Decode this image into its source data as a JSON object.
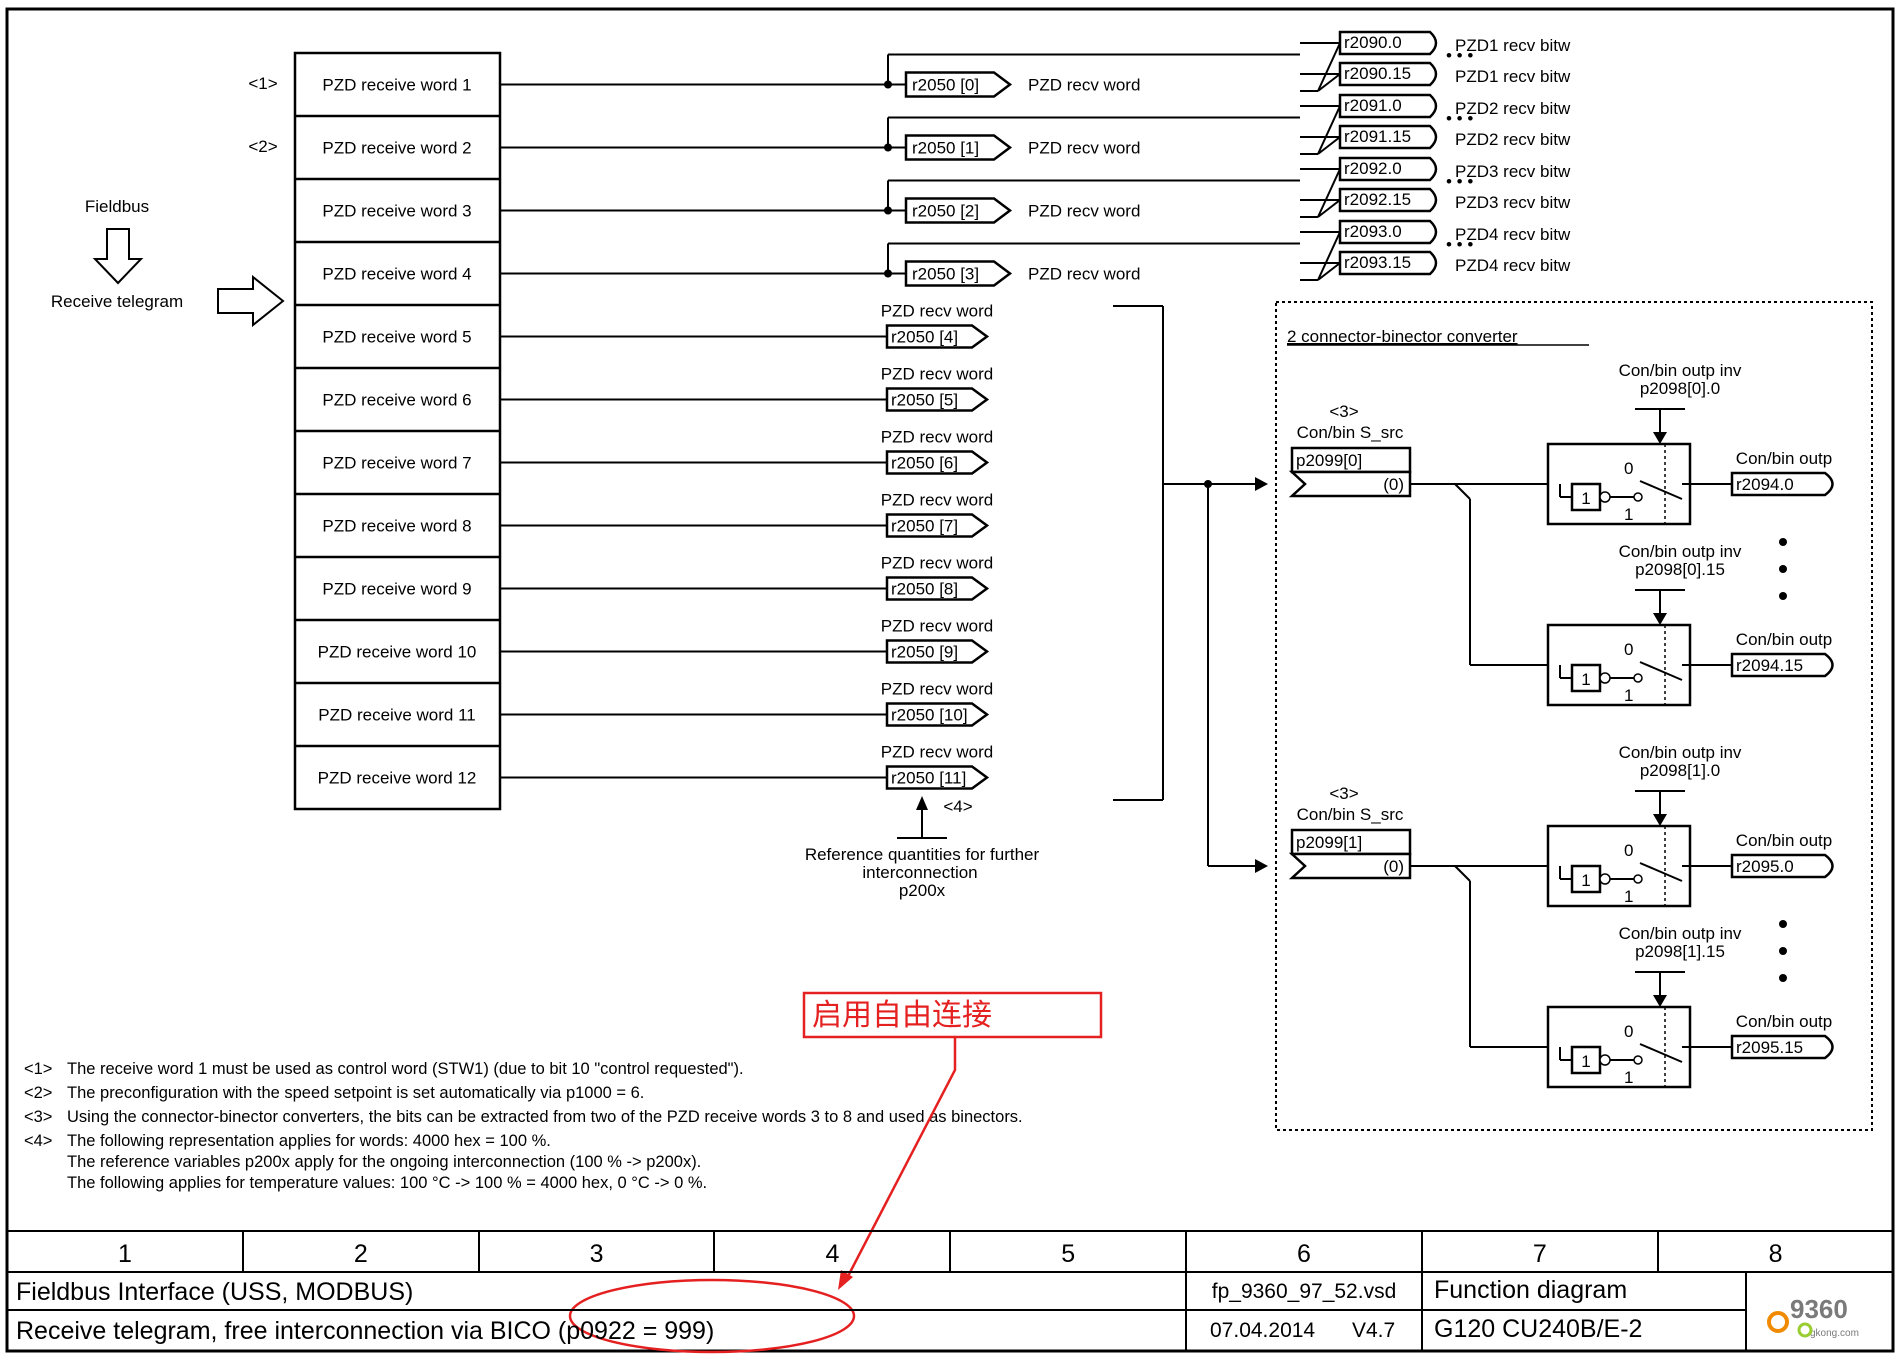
{
  "fieldbus_label": "Fieldbus",
  "receive_telegram_label": "Receive telegram",
  "ref_markers": [
    "<1>",
    "<2>"
  ],
  "pzd_words": [
    "PZD receive word 1",
    "PZD receive word 2",
    "PZD receive word 3",
    "PZD receive word 4",
    "PZD receive word 5",
    "PZD receive word 6",
    "PZD receive word 7",
    "PZD receive word 8",
    "PZD receive word 9",
    "PZD receive word 10",
    "PZD receive word 11",
    "PZD receive word 12"
  ],
  "recv_word_label": "PZD recv word",
  "r2050_params": [
    "r2050 [0]",
    "r2050 [1]",
    "r2050 [2]",
    "r2050 [3]",
    "r2050 [4]",
    "r2050 [5]",
    "r2050 [6]",
    "r2050 [7]",
    "r2050 [8]",
    "r2050 [9]",
    "r2050 [10]",
    "r2050 [11]"
  ],
  "bitw_outputs": [
    {
      "p0": "r2090.0",
      "p15": "r2090.15",
      "label0": "PZD1 recv bitw",
      "label15": "PZD1 recv bitw"
    },
    {
      "p0": "r2091.0",
      "p15": "r2091.15",
      "label0": "PZD2 recv bitw",
      "label15": "PZD2 recv bitw"
    },
    {
      "p0": "r2092.0",
      "p15": "r2092.15",
      "label0": "PZD3 recv bitw",
      "label15": "PZD3 recv bitw"
    },
    {
      "p0": "r2093.0",
      "p15": "r2093.15",
      "label0": "PZD4 recv bitw",
      "label15": "PZD4 recv bitw"
    }
  ],
  "dots": "• • •",
  "marker_4": "<4>",
  "reference_text": [
    "Reference quantities for further",
    "interconnection",
    "p200x"
  ],
  "converter": {
    "title": "2 connector-binector converter",
    "marker_3": "<3>",
    "src_label": "Con/bin S_src",
    "src_params": [
      "p2099[0]",
      "p2099[1]"
    ],
    "src_default": "(0)",
    "inv_label": "Con/bin outp inv",
    "inv_params": [
      "p2098[0].0",
      "p2098[0].15",
      "p2098[1].0",
      "p2098[1].15"
    ],
    "outp_label": "Con/bin outp",
    "outp_params": [
      "r2094.0",
      "r2094.15",
      "r2095.0",
      "r2095.15"
    ],
    "switch_0": "0",
    "switch_1": "1",
    "not_gate": "1"
  },
  "annotation_cn": "启用自由连接",
  "notes": [
    {
      "marker": "<1>",
      "text": "The receive word 1 must be used as control word (STW1) (due to bit 10 \"control requested\")."
    },
    {
      "marker": "<2>",
      "text": "The preconfiguration with the speed setpoint is set automatically via p1000 = 6."
    },
    {
      "marker": "<3>",
      "text": "Using the connector-binector converters, the bits can be extracted from two of the PZD receive words 3 to 8 and used as binectors."
    },
    {
      "marker": "<4>",
      "text": "The following representation applies for words: 4000 hex = 100 %."
    },
    {
      "marker": "",
      "text": "The reference variables p200x apply for the ongoing interconnection (100 % -> p200x)."
    },
    {
      "marker": "",
      "text": "The following applies for temperature values:   100 °C -> 100 % = 4000 hex, 0 °C -> 0 %."
    }
  ],
  "columns": [
    "1",
    "2",
    "3",
    "4",
    "5",
    "6",
    "7",
    "8"
  ],
  "title_block": {
    "line1": "Fieldbus Interface (USS, MODBUS)",
    "line2": "Receive telegram, free interconnection via BICO (p0922 = 999)",
    "file": "fp_9360_97_52.vsd",
    "date": "07.04.2014",
    "version": "V4.7",
    "type": "Function diagram",
    "device": "G120 CU240B/E-2"
  },
  "watermark": {
    "number": "9360",
    "site": "gkong.com"
  },
  "colors": {
    "annotation": "#e52020",
    "ink": "#000000",
    "watermark_orange": "#f08a00"
  }
}
